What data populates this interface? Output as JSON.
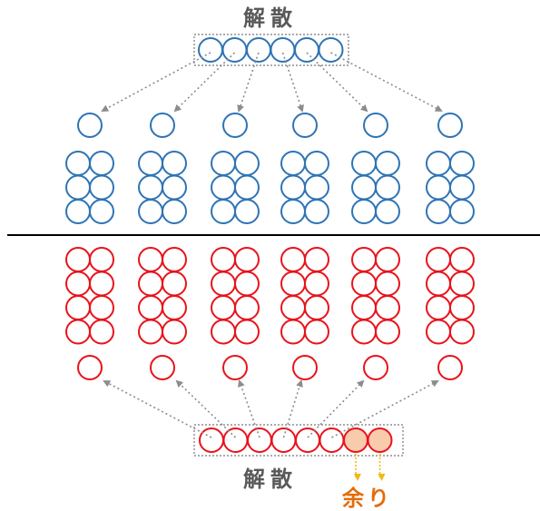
{
  "top": {
    "label": "解散",
    "color": "#2E74B5",
    "group_count": 6,
    "balls_per_group": 6,
    "pool_balls": 6
  },
  "bottom": {
    "label": "解散",
    "color": "#E8131B",
    "group_count": 6,
    "balls_per_group": 8,
    "pool_balls": 8,
    "remainder_count": 2,
    "remainder_fill": "#F8CBAD",
    "remainder_label": "余り",
    "remainder_label_color": "#E46C0A",
    "remainder_arrow_color": "#F2B817"
  },
  "label_color": "#595959",
  "arrow_color": "#8C8C8C",
  "divider_color": "#000000"
}
